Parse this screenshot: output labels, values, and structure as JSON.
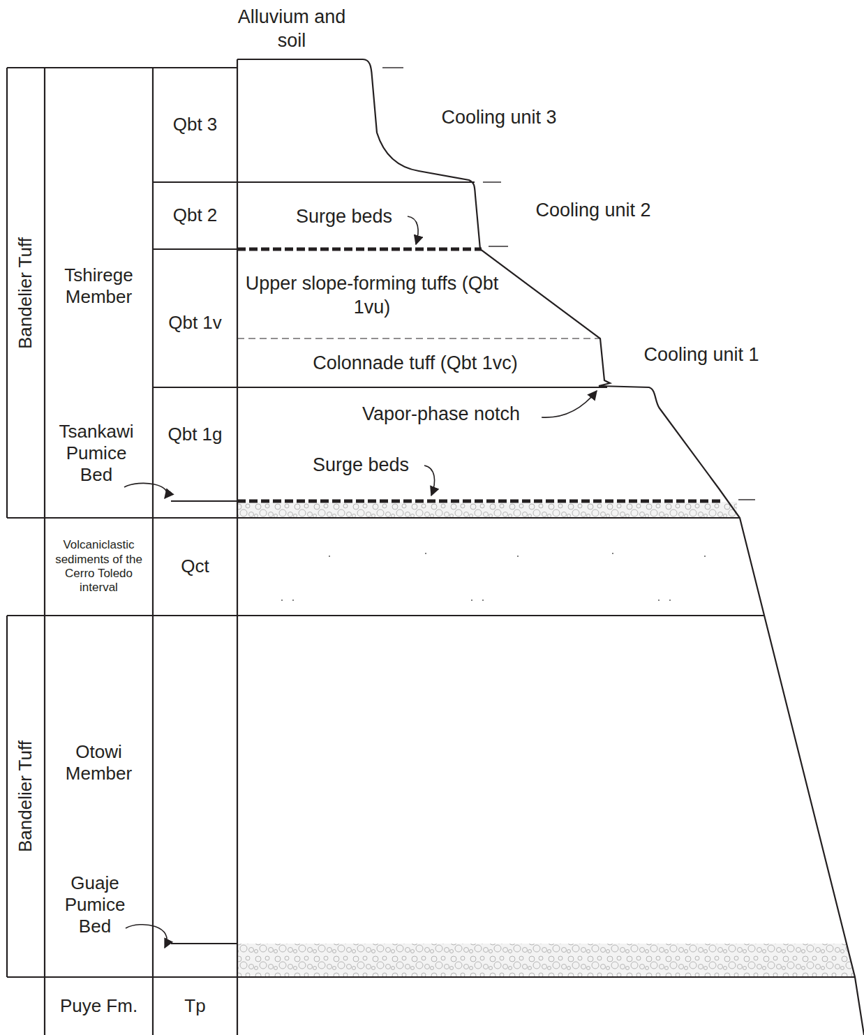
{
  "diagram": {
    "nodes": [
      {
        "text": [
          "Bandelier Tuff"
        ]
      },
      {
        "text": [
          "Tshirege Member",
          "Tsankawi Pumice Bed"
        ]
      },
      {
        "text": [
          "Qbt 3"
        ]
      },
      {
        "text": [
          "Qbt 2"
        ]
      },
      {
        "text": [
          "Qbt 1v"
        ]
      },
      {
        "text": [
          "Qbt 1g"
        ]
      },
      {
        "text": [
          "Volcaniclastic sediments of the Cerro Toledo interval"
        ]
      },
      {
        "text": [
          "Qct"
        ]
      },
      {
        "text": [
          "Bandelier Tuff"
        ]
      },
      {
        "text": [
          "Otowi Member",
          "Guaje Pumice Bed"
        ]
      },
      {
        "text": [
          "Puye Fm."
        ]
      },
      {
        "text": [
          "Tp"
        ]
      }
    ],
    "labels": [
      "Alluvium and soil",
      "Cooling unit 3",
      "Surge beds",
      "Cooling unit 2",
      "Upper slope-forming tuffs (Qbt 1vu)",
      "Colonnade tuff (Qbt 1vc)",
      "Cooling unit 1",
      "Vapor-phase notch",
      "Surge beds"
    ]
  }
}
